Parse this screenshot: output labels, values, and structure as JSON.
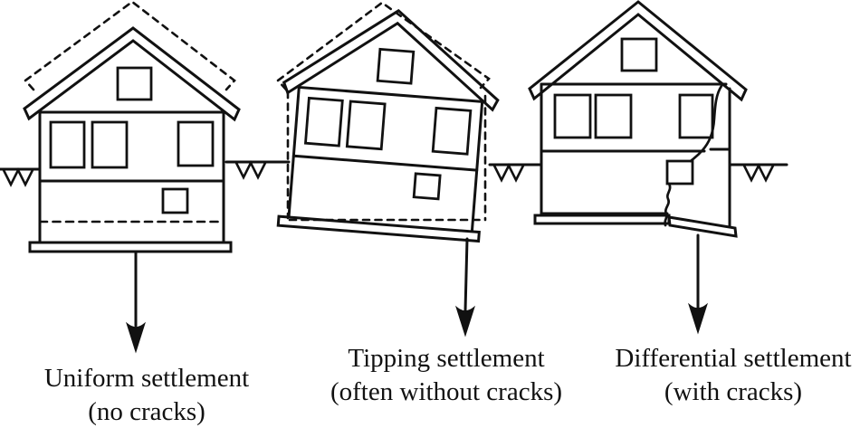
{
  "diagram": {
    "background_color": "#ffffff",
    "line_color": "#111111",
    "panels": [
      {
        "name": "uniform-settlement",
        "caption_line1": "Uniform settlement",
        "caption_line2": "(no cracks)"
      },
      {
        "name": "tipping-settlement",
        "caption_line1": "Tipping settlement",
        "caption_line2": "(often without cracks)"
      },
      {
        "name": "differential-settlement",
        "caption_line1": "Differential settlement",
        "caption_line2": "(with cracks)"
      }
    ]
  }
}
